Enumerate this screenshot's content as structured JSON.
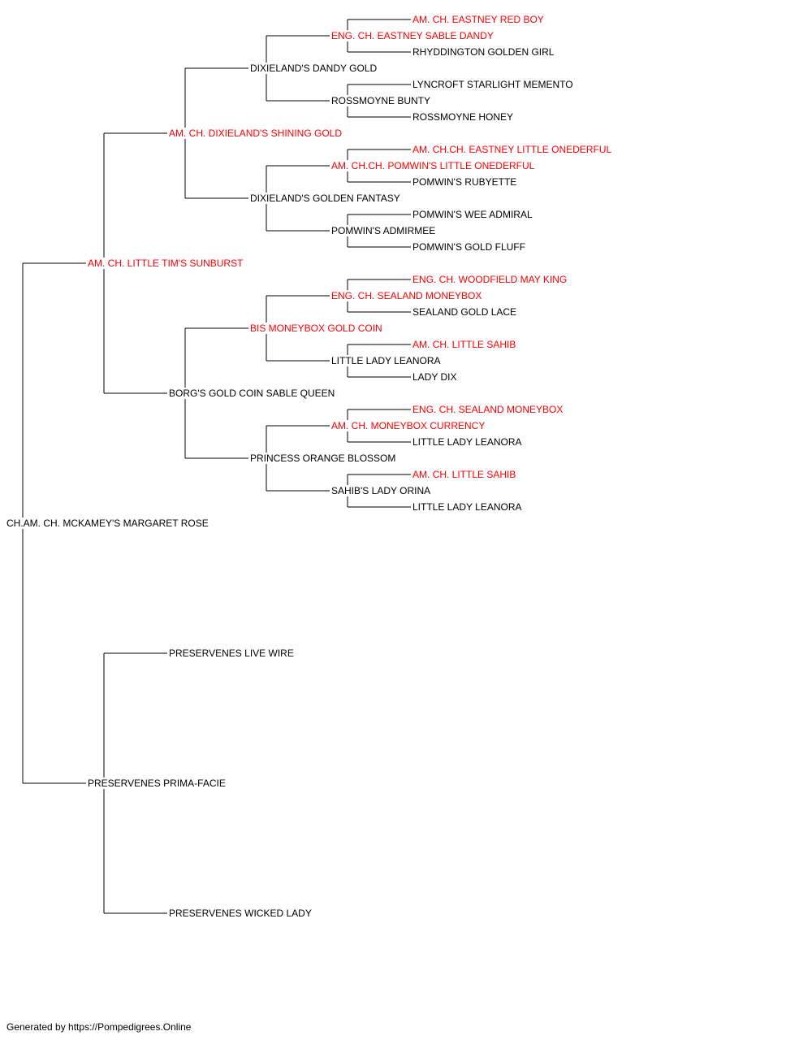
{
  "pedigree": {
    "name": "CH.AM. CH. MCKAMEY'S MARGARET ROSE",
    "champion": false,
    "sire": {
      "name": "AM. CH. LITTLE TIM'S SUNBURST",
      "champion": true,
      "sire": {
        "name": "AM. CH. DIXIELAND'S SHINING GOLD",
        "champion": true,
        "sire": {
          "name": "DIXIELAND'S DANDY GOLD",
          "champion": false,
          "sire": {
            "name": "ENG. CH. EASTNEY SABLE DANDY",
            "champion": true,
            "sire": {
              "name": "AM. CH. EASTNEY RED BOY",
              "champion": true
            },
            "dam": {
              "name": "RHYDDINGTON GOLDEN GIRL",
              "champion": false
            }
          },
          "dam": {
            "name": "ROSSMOYNE BUNTY",
            "champion": false,
            "sire": {
              "name": "LYNCROFT STARLIGHT MEMENTO",
              "champion": false
            },
            "dam": {
              "name": "ROSSMOYNE HONEY",
              "champion": false
            }
          }
        },
        "dam": {
          "name": "DIXIELAND'S GOLDEN FANTASY",
          "champion": false,
          "sire": {
            "name": "AM. CH.CH. POMWIN'S LITTLE ONEDERFUL",
            "champion": true,
            "sire": {
              "name": "AM. CH.CH. EASTNEY LITTLE ONEDERFUL",
              "champion": true
            },
            "dam": {
              "name": "POMWIN'S RUBYETTE",
              "champion": false
            }
          },
          "dam": {
            "name": "POMWIN'S ADMIRMEE",
            "champion": false,
            "sire": {
              "name": "POMWIN'S WEE ADMIRAL",
              "champion": false
            },
            "dam": {
              "name": "POMWIN'S GOLD FLUFF",
              "champion": false
            }
          }
        }
      },
      "dam": {
        "name": "BORG'S GOLD COIN SABLE QUEEN",
        "champion": false,
        "sire": {
          "name": "BIS MONEYBOX GOLD COIN",
          "champion": true,
          "sire": {
            "name": "ENG. CH. SEALAND MONEYBOX",
            "champion": true,
            "sire": {
              "name": "ENG. CH. WOODFIELD MAY KING",
              "champion": true
            },
            "dam": {
              "name": "SEALAND GOLD LACE",
              "champion": false
            }
          },
          "dam": {
            "name": "LITTLE LADY LEANORA",
            "champion": false,
            "sire": {
              "name": "AM. CH. LITTLE SAHIB",
              "champion": true
            },
            "dam": {
              "name": "LADY DIX",
              "champion": false
            }
          }
        },
        "dam": {
          "name": "PRINCESS ORANGE BLOSSOM",
          "champion": false,
          "sire": {
            "name": "AM. CH. MONEYBOX CURRENCY",
            "champion": true,
            "sire": {
              "name": "ENG. CH. SEALAND MONEYBOX",
              "champion": true
            },
            "dam": {
              "name": "LITTLE LADY LEANORA",
              "champion": false
            }
          },
          "dam": {
            "name": "SAHIB'S LADY ORINA",
            "champion": false,
            "sire": {
              "name": "AM. CH. LITTLE SAHIB",
              "champion": true
            },
            "dam": {
              "name": "LITTLE LADY LEANORA",
              "champion": false
            }
          }
        }
      }
    },
    "dam": {
      "name": "PRESERVENES PRIMA-FACIE",
      "champion": false,
      "sire": {
        "name": "PRESERVENES LIVE WIRE",
        "champion": false
      },
      "dam": {
        "name": "PRESERVENES WICKED LADY",
        "champion": false
      }
    }
  },
  "colors": {
    "champion_text": "#ff0000",
    "regular_text": "#000000",
    "connector_line": "#000000"
  },
  "footer": {
    "text": "Generated by https://Pompedigrees.Online"
  }
}
